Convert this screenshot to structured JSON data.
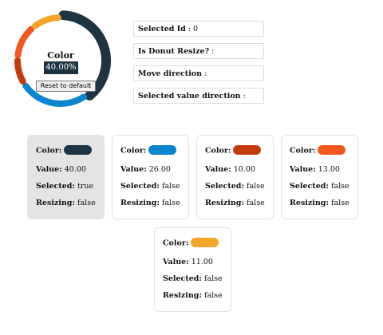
{
  "donut": {
    "center_title": "Color",
    "center_value": "40.00%",
    "reset_label": "Reset to default",
    "segments": [
      {
        "color": "#1f3442",
        "value": 40
      },
      {
        "color": "#0a85d0",
        "value": 26
      },
      {
        "color": "#c23b0c",
        "value": 10
      },
      {
        "color": "#f4561f",
        "value": 13
      },
      {
        "color": "#f4a62a",
        "value": 11
      }
    ],
    "selected_index": 0
  },
  "info": {
    "selected_id_label": "Selected Id",
    "selected_id_value": " : 0",
    "resize_label": "Is Donut Resize?",
    "resize_value": " :",
    "move_label": "Move direction",
    "move_value": " :",
    "value_dir_label": "Selected value direction",
    "value_dir_value": " :"
  },
  "labels": {
    "color": "Color:",
    "value": "Value:",
    "selected": "Selected:",
    "resizing": "Resizing:"
  },
  "cards": [
    {
      "color": "#1f3442",
      "value": "40.00",
      "selected": "true",
      "resizing": "false"
    },
    {
      "color": "#0a85d0",
      "value": "26.00",
      "selected": "false",
      "resizing": "false"
    },
    {
      "color": "#c23b0c",
      "value": "10.00",
      "selected": "false",
      "resizing": "false"
    },
    {
      "color": "#f4561f",
      "value": "13.00",
      "selected": "false",
      "resizing": "false"
    },
    {
      "color": "#f4a62a",
      "value": "11.00",
      "selected": "false",
      "resizing": "false"
    }
  ]
}
